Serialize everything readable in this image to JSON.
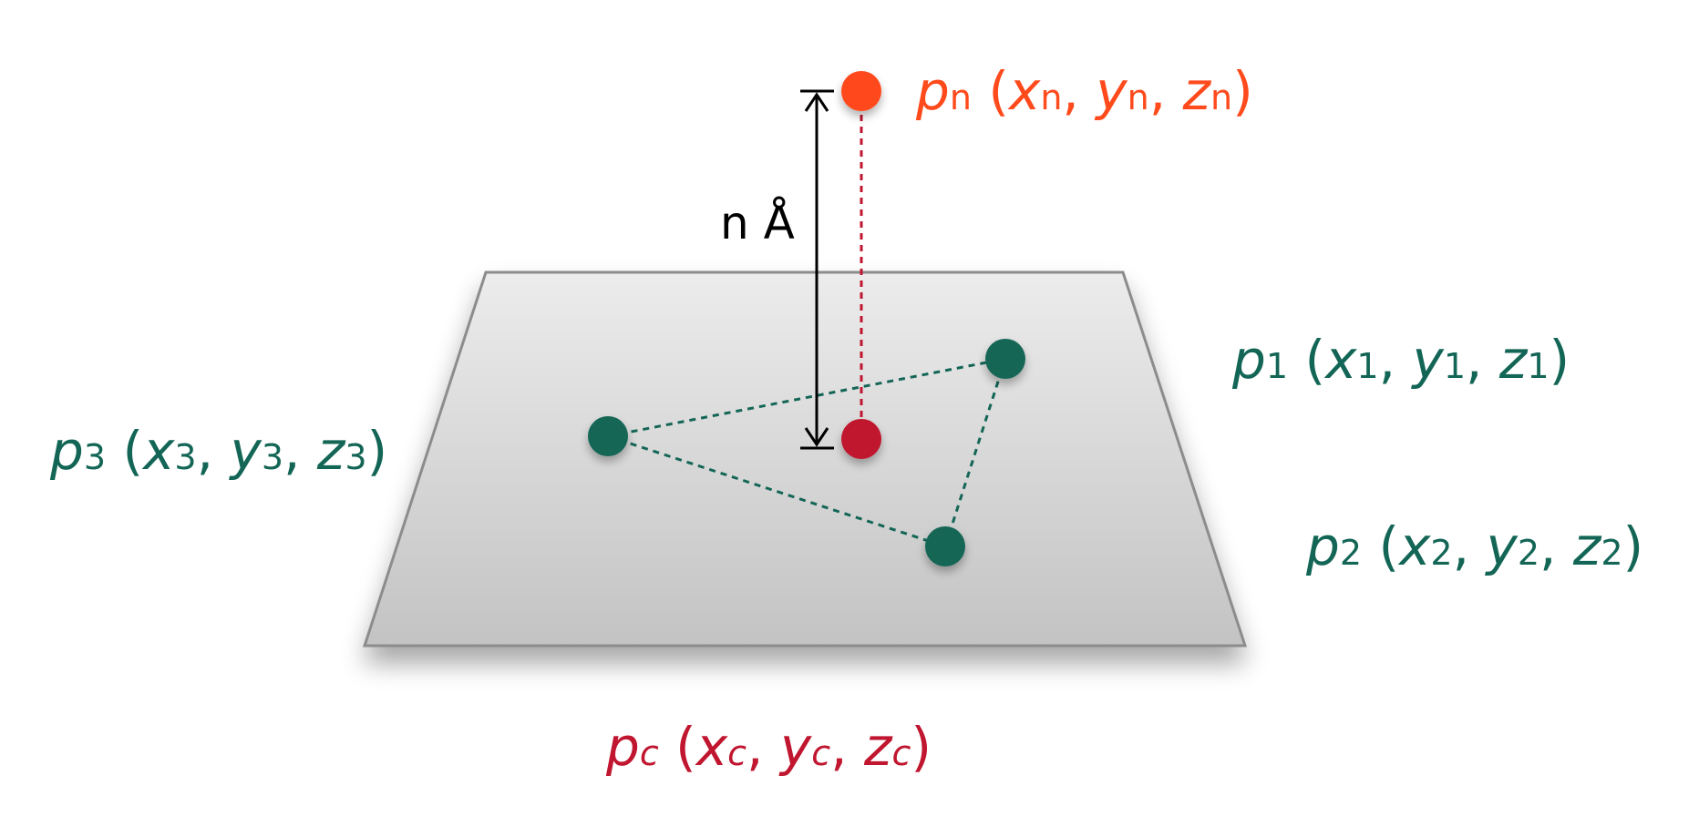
{
  "colors": {
    "plane_stroke": "#8c8c8c",
    "plane_fill_top": "#ececec",
    "plane_fill_bottom": "#c3c3c3",
    "plane_points": "#136656",
    "projected_point": "#c0162f",
    "neighbor_point": "#ff4a1c",
    "arrow": "#000000"
  },
  "distance_label": "n Å",
  "points": {
    "pn": {
      "p": "p",
      "sub": "n",
      "x": "x",
      "y": "y",
      "z": "z"
    },
    "p1": {
      "p": "p",
      "sub": "1",
      "x": "x",
      "y": "y",
      "z": "z"
    },
    "p2": {
      "p": "p",
      "sub": "2",
      "x": "x",
      "y": "y",
      "z": "z"
    },
    "p3": {
      "p": "p",
      "sub": "3",
      "x": "x",
      "y": "y",
      "z": "z"
    },
    "pc": {
      "p": "p",
      "sub": "c",
      "x": "x",
      "y": "y",
      "z": "z"
    }
  },
  "punct": {
    "open": " (",
    "comma": ", ",
    "close": ")"
  }
}
